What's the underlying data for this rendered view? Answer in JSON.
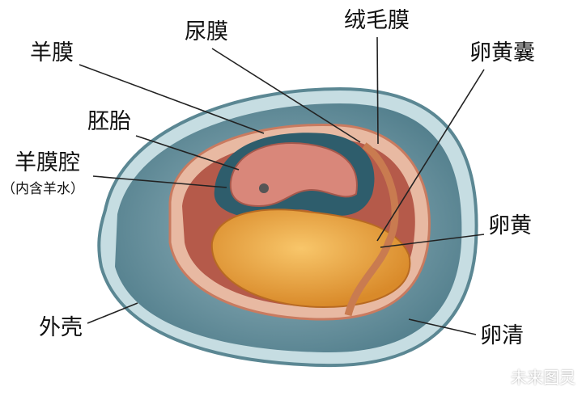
{
  "labels": {
    "amnion": "羊膜",
    "allantois": "尿膜",
    "chorion": "绒毛膜",
    "yolk_sac": "卵黄囊",
    "embryo": "胚胎",
    "amniotic_cavity": "羊膜腔",
    "amniotic_cavity_note": "（内含羊水）",
    "yolk": "卵黄",
    "shell": "外壳",
    "albumen": "卵清"
  },
  "watermark": "未来图灵"
}
